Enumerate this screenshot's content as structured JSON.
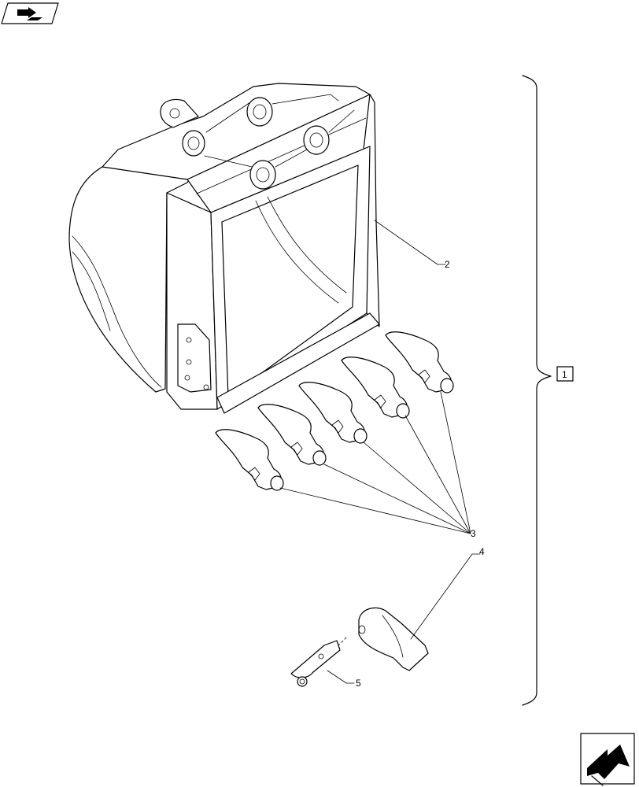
{
  "callouts": {
    "c1": "1",
    "c2": "2",
    "c3": "3",
    "c4": "4",
    "c5": "5"
  },
  "icons": {
    "top_left": "book-navigation-icon",
    "bottom_right": "next-page-arrow-icon"
  }
}
